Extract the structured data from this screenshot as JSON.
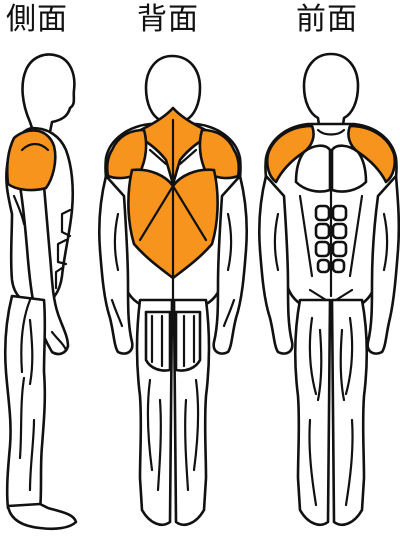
{
  "labels": {
    "side": "側面",
    "back": "背面",
    "front": "前面"
  },
  "colors": {
    "highlight": "#f7941d",
    "outline": "#111111",
    "body": "#ffffff"
  },
  "highlighted_muscles": {
    "side": [
      "deltoid"
    ],
    "back": [
      "trapezius",
      "latissimus-dorsi",
      "rear-deltoids"
    ],
    "front": [
      "deltoids"
    ]
  }
}
